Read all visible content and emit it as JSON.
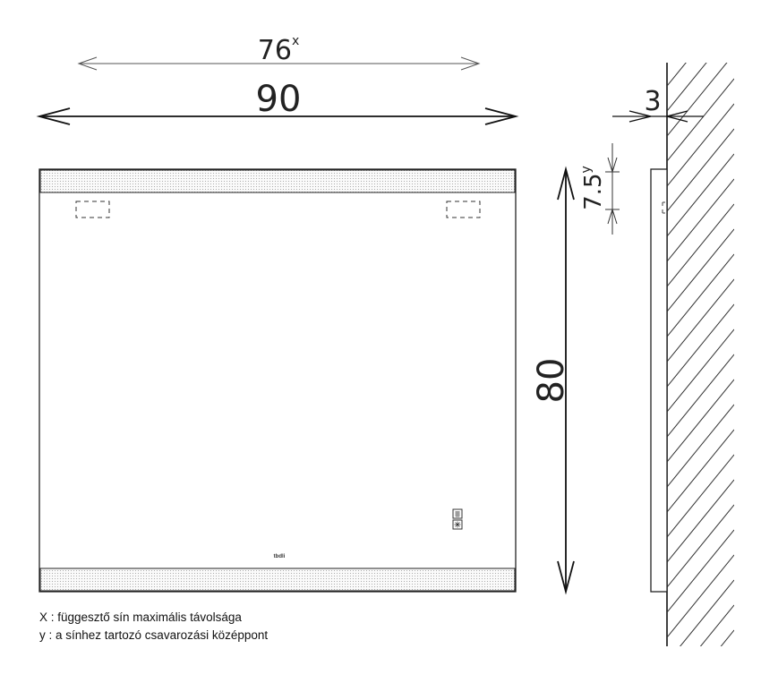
{
  "dimensions": {
    "total_width": "90",
    "rail_width": "76",
    "rail_width_sup": "x",
    "height": "80",
    "depth": "3",
    "screw_offset": "7.5",
    "screw_offset_sup": "y"
  },
  "mirror": {
    "logo_text": "tbdli"
  },
  "legend": {
    "line_x": "X : függesztő sín maximális távolsága",
    "line_y": "y : a sínhez tartozó csavarozási középpont"
  }
}
